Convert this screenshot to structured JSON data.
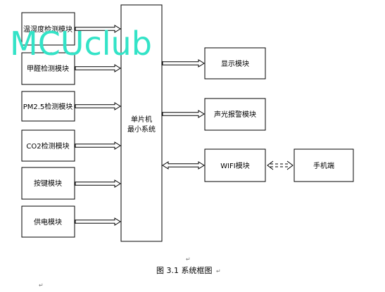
{
  "watermark": "MCUclub",
  "modules": {
    "temp_humidity": "温湿度检测模块",
    "formaldehyde": "甲醛检测模块",
    "pm25": "PM2.5检测模块",
    "co2": "CO2检测模块",
    "keys": "按键模块",
    "power": "供电模块"
  },
  "mcu": {
    "line1": "单片机",
    "line2": "最小系统"
  },
  "outputs": {
    "display": "显示模块",
    "buzzer": "声光报警模块",
    "wifi": "WIFI模块",
    "phone": "手机端"
  },
  "caption": "图 3.1  系统框图",
  "paragraph_mark": "↵"
}
